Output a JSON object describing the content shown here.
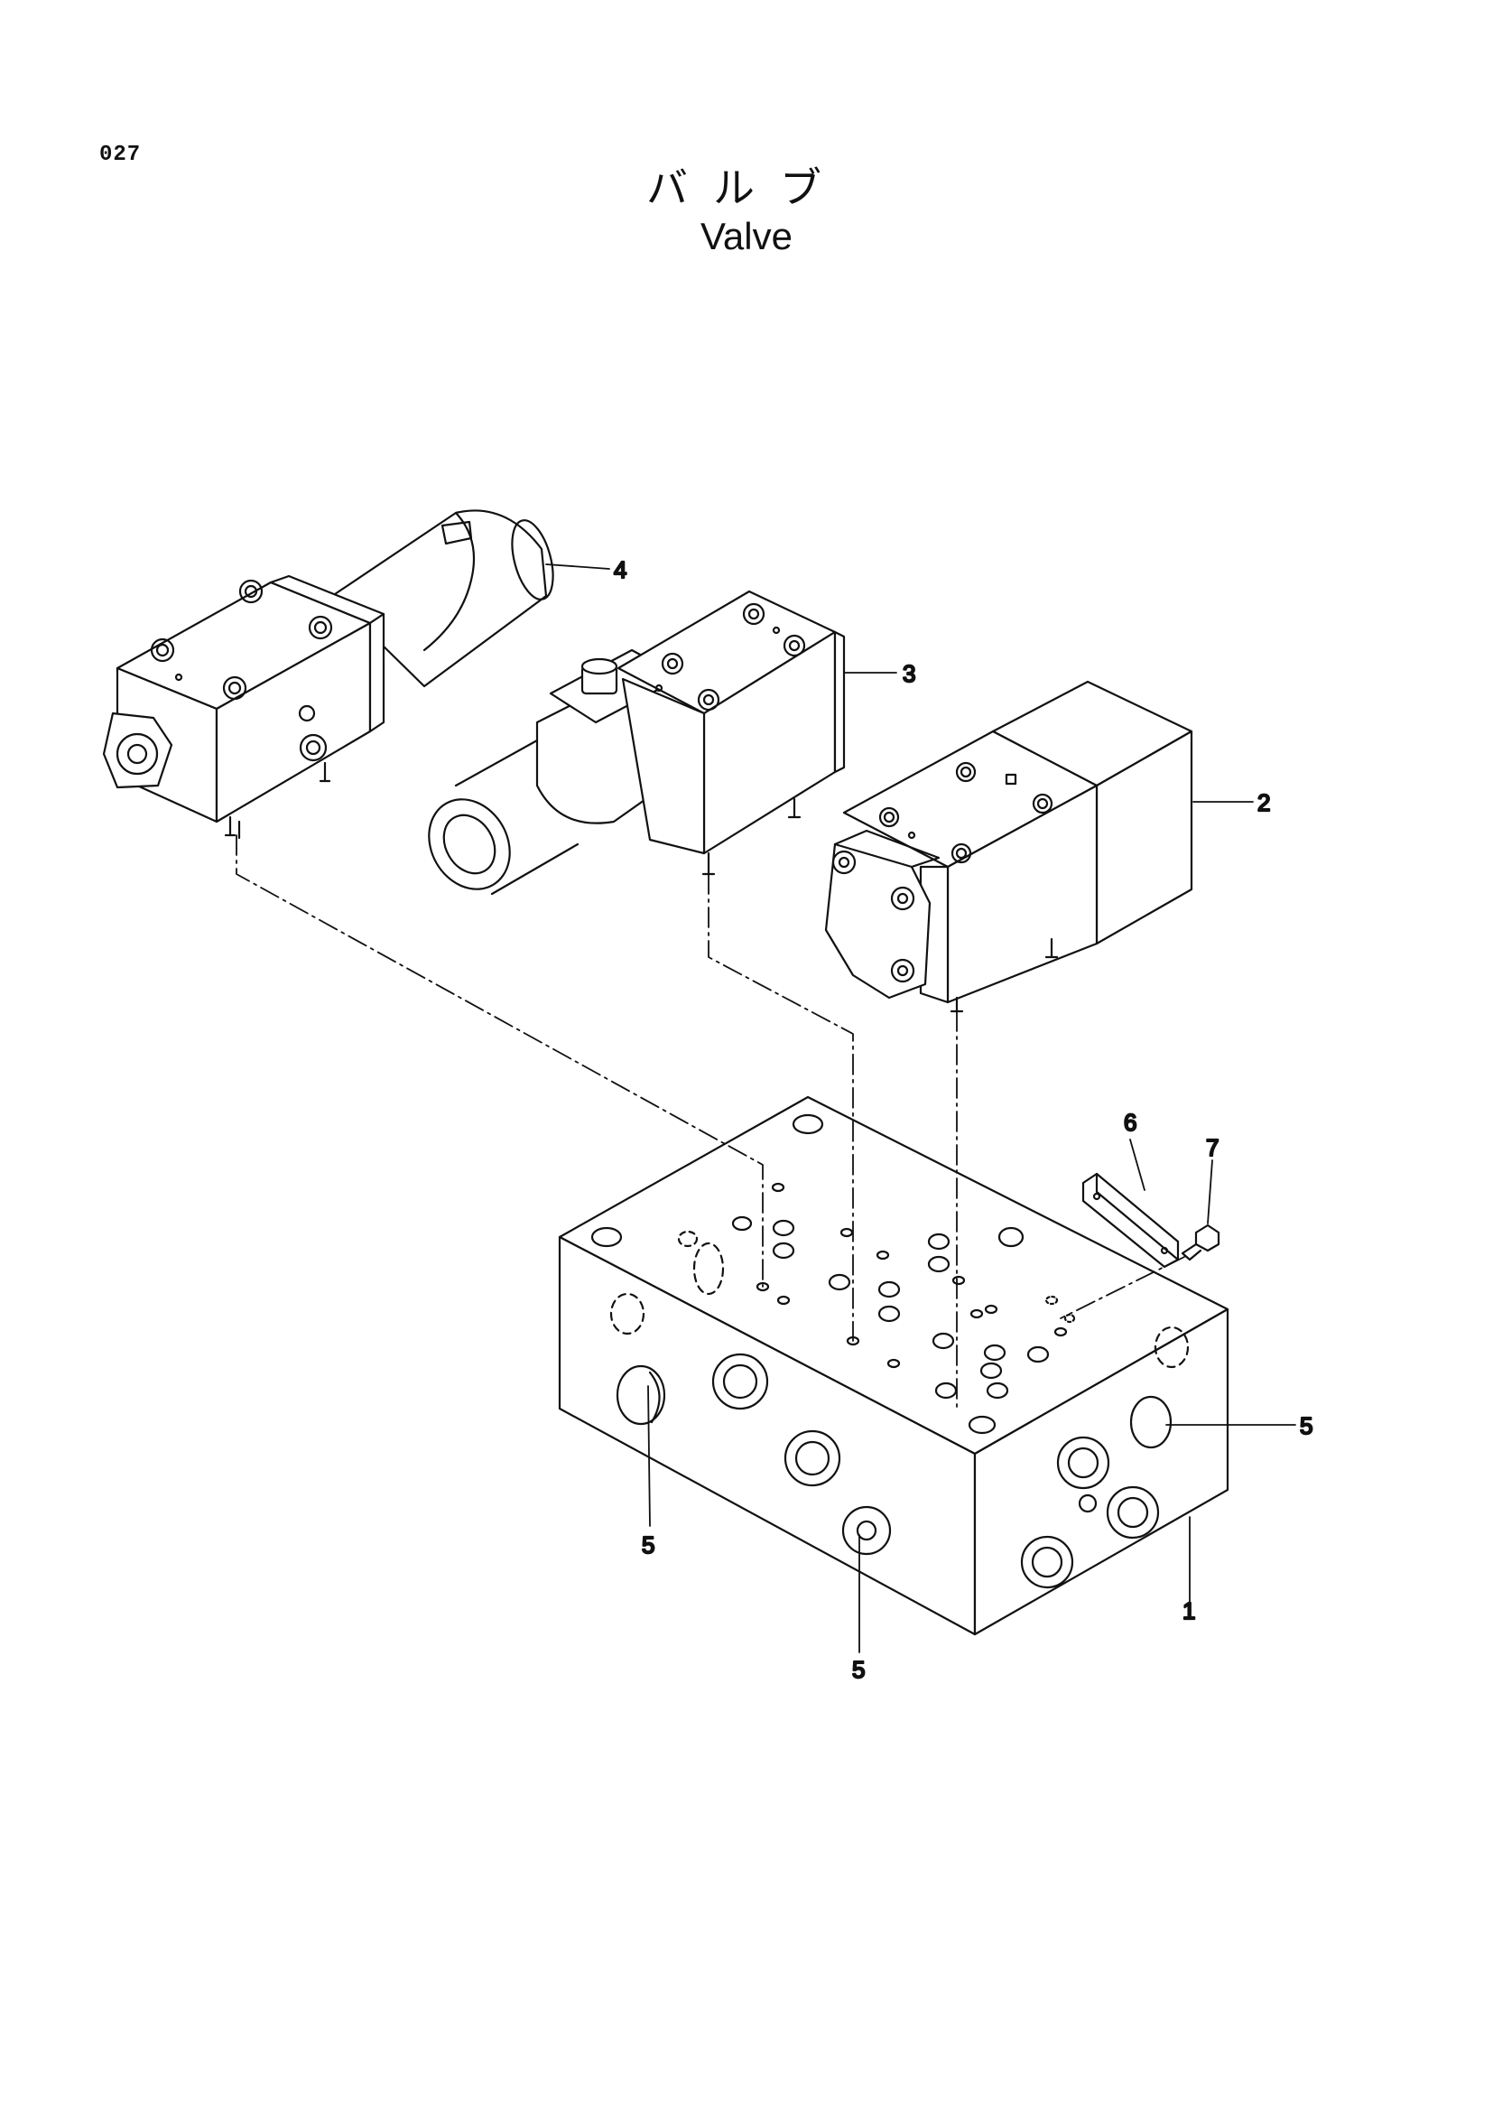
{
  "page_number": "027",
  "title_jp": "バルブ",
  "title_en": "Valve",
  "callouts": {
    "c1": "1",
    "c2": "2",
    "c3": "3",
    "c4": "4",
    "c5a": "5",
    "c5b": "5",
    "c5c": "5",
    "c6": "6",
    "c7": "7"
  },
  "colors": {
    "line": "#111111",
    "background": "#ffffff"
  }
}
